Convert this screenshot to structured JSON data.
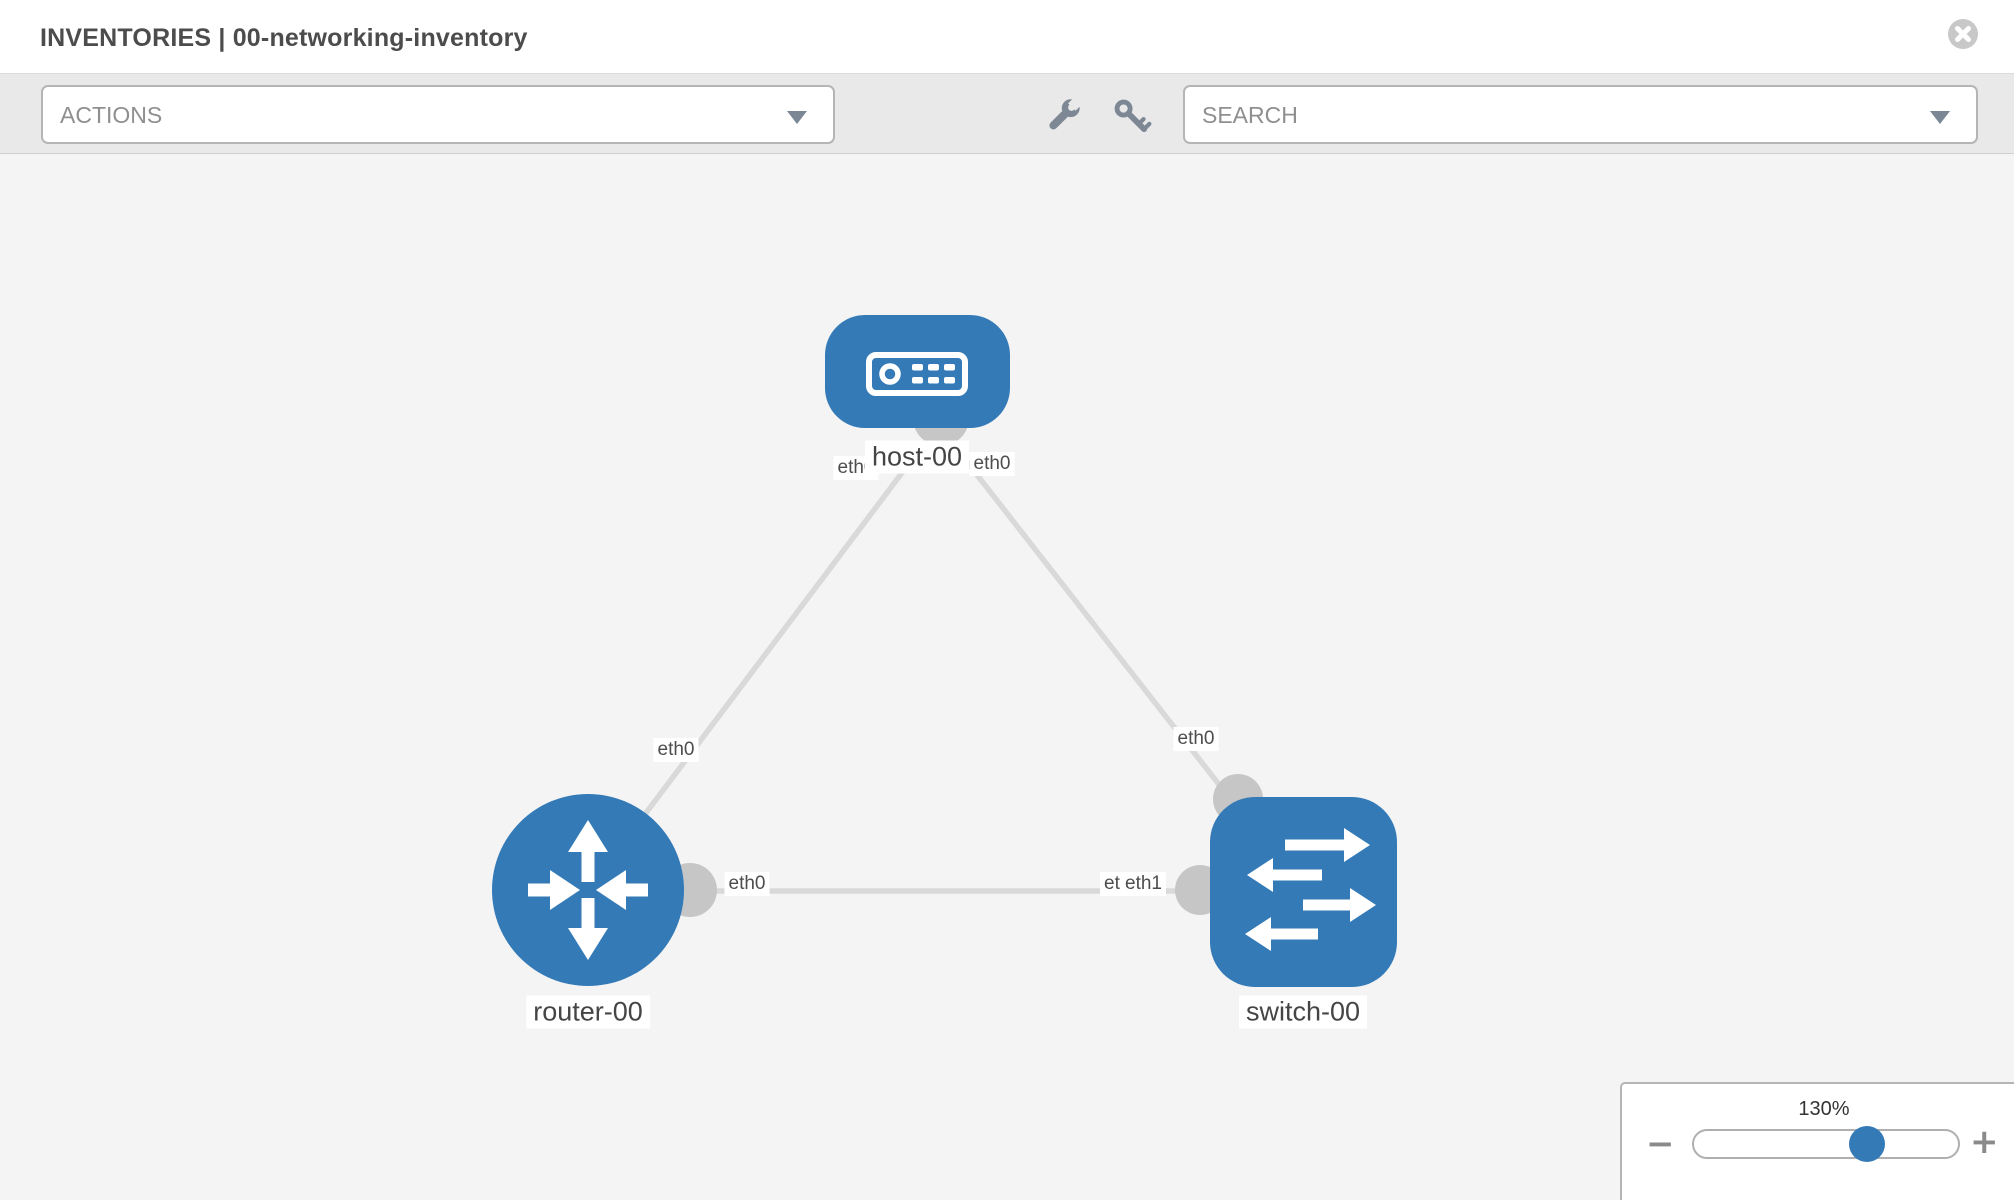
{
  "header": {
    "title": "INVENTORIES | 00-networking-inventory"
  },
  "toolbar": {
    "actions_label": "ACTIONS",
    "search_placeholder": "SEARCH",
    "icons": [
      "wrench-icon",
      "key-icon"
    ]
  },
  "canvas": {
    "nodes": [
      {
        "id": "host-00",
        "type": "host",
        "label": "host-00"
      },
      {
        "id": "router-00",
        "type": "router",
        "label": "router-00"
      },
      {
        "id": "switch-00",
        "type": "switch",
        "label": "switch-00"
      }
    ],
    "links": [
      {
        "from": "host-00",
        "to": "router-00",
        "from_label": "eth0",
        "to_label": "eth0"
      },
      {
        "from": "host-00",
        "to": "switch-00",
        "from_label": "eth0",
        "to_label": "eth0"
      },
      {
        "from": "router-00",
        "to": "switch-00",
        "from_label": "eth0",
        "to_label": "eth1",
        "to_label_overlapped": "eth0"
      }
    ]
  },
  "zoom_control": {
    "level": "130%",
    "minus_label": "−",
    "plus_label": "+"
  },
  "colors": {
    "node_blue": "#337ab7",
    "link_gray": "#d9d9d9",
    "endpoint_gray": "#c6c6c6",
    "toolbar_bg": "#e9e9e9",
    "canvas_bg": "#f4f4f4",
    "icon_gray": "#7d8894"
  }
}
